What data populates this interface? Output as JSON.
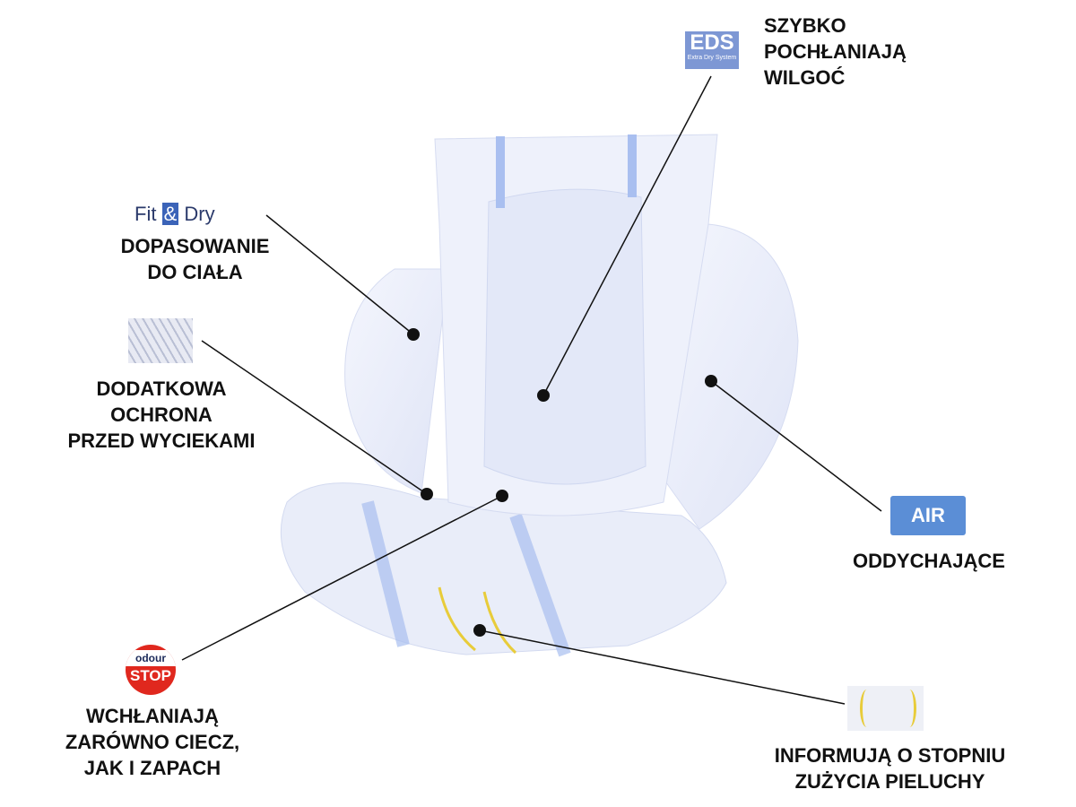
{
  "features": {
    "eds": {
      "logo": "EDS",
      "logo_sub": "Extra Dry System",
      "lines": [
        "SZYBKO",
        "POCHŁANIAJĄ",
        "WILGOĆ"
      ]
    },
    "fitdry": {
      "logo_a": "Fit",
      "logo_amp": "&",
      "logo_b": "Dry",
      "lines": [
        "DOPASOWANIE",
        "DO CIAŁA"
      ]
    },
    "leak": {
      "lines": [
        "DODATKOWA",
        "OCHRONA",
        "PRZED WYCIEKAMI"
      ]
    },
    "air": {
      "logo": "AIR",
      "lines": [
        "ODDYCHAJĄCE"
      ]
    },
    "odour": {
      "logo_top": "odour",
      "logo_bottom": "STOP",
      "lines": [
        "WCHŁANIAJĄ",
        "ZARÓWNO CIECZ,",
        "JAK I ZAPACH"
      ]
    },
    "indicator": {
      "lines": [
        "INFORMUJĄ O STOPNIU",
        "ZUŻYCIA PIELUCHY"
      ]
    }
  },
  "colors": {
    "eds_blue": "#7d97d4",
    "air_blue": "#5b8ed6",
    "stop_red": "#e0281e",
    "indicator_yellow": "#e8cc3a"
  }
}
